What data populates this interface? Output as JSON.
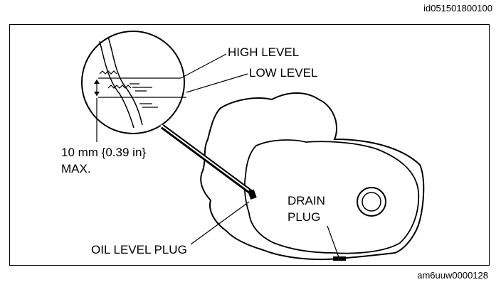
{
  "figure_id": "id051501800100",
  "footer_code": "am6uuw0000128",
  "labels": {
    "high_level": "HIGH LEVEL",
    "low_level": "LOW LEVEL",
    "dimension": "10 mm {0.39 in}",
    "max": "MAX.",
    "drain_plug_line1": "DRAIN",
    "drain_plug_line2": "PLUG",
    "oil_level_plug": "OIL LEVEL PLUG"
  }
}
